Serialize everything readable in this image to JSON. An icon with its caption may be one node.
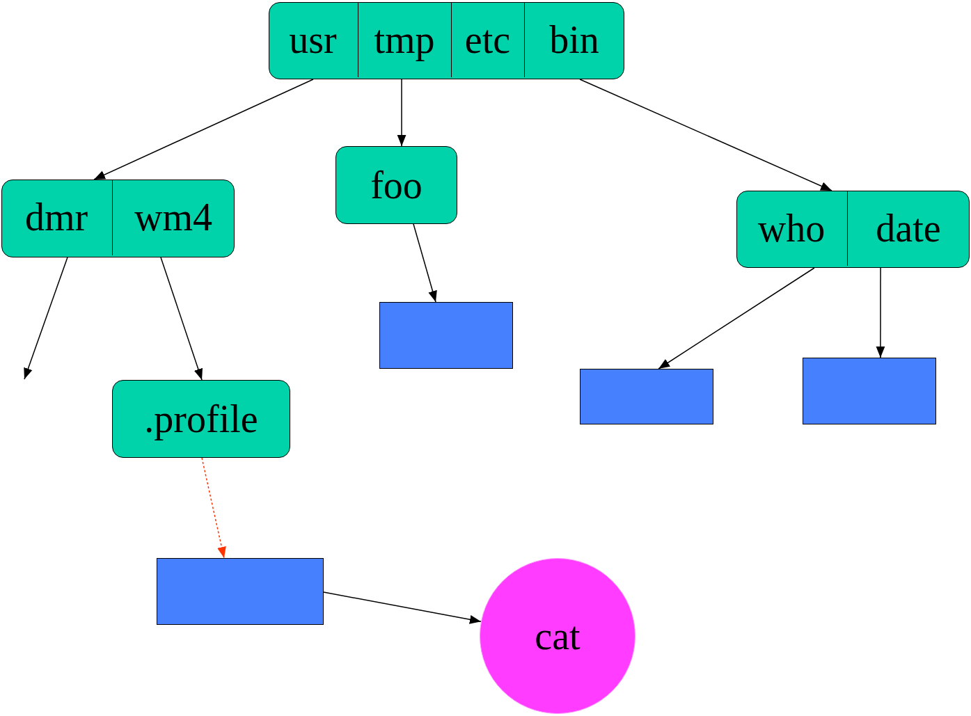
{
  "diagram": {
    "nodes": [
      {
        "text": [],
        "shape": "box"
      },
      {
        "text": [
          "usr"
        ],
        "in": 0
      },
      {
        "text": [
          "tmp"
        ],
        "in": 0
      },
      {
        "text": [
          "etc"
        ],
        "in": 0
      },
      {
        "text": [
          "bin"
        ],
        "in": 0
      },
      {
        "text": [],
        "shape": "box"
      },
      {
        "text": [
          "dmr"
        ],
        "in": 5
      },
      {
        "text": [
          "wm4"
        ],
        "in": 5
      },
      {
        "text": [
          "foo"
        ]
      },
      {
        "text": [],
        "shape": "box"
      },
      {
        "text": [
          "who"
        ],
        "in": 9
      },
      {
        "text": [
          "date"
        ],
        "in": 9
      },
      {
        "text": [],
        "shape": "box"
      },
      {
        "text": [],
        "shape": "box"
      },
      {
        "text": [],
        "shape": "box"
      },
      {
        "text": [
          ".profile"
        ]
      },
      {
        "text": [],
        "shape": "box"
      },
      {
        "text": [
          "cat"
        ]
      }
    ],
    "edges": [
      {
        "from": 1,
        "to": 5,
        "arrow": "to"
      },
      {
        "from": 2,
        "to": 8,
        "arrow": "to"
      },
      {
        "from": 4,
        "to": 9,
        "arrow": "to"
      },
      {
        "from": 6,
        "to": null,
        "arrow": "to"
      },
      {
        "from": 7,
        "to": 15,
        "arrow": "to"
      },
      {
        "from": 8,
        "to": 12,
        "arrow": "to"
      },
      {
        "from": 10,
        "to": 14,
        "arrow": "to"
      },
      {
        "from": 11,
        "to": 13,
        "arrow": "to"
      },
      {
        "from": 15,
        "to": 16,
        "arrow": "to",
        "style": "dashed",
        "color": "#ff3300"
      },
      {
        "from": 16,
        "to": 17,
        "arrow": "to"
      }
    ]
  }
}
